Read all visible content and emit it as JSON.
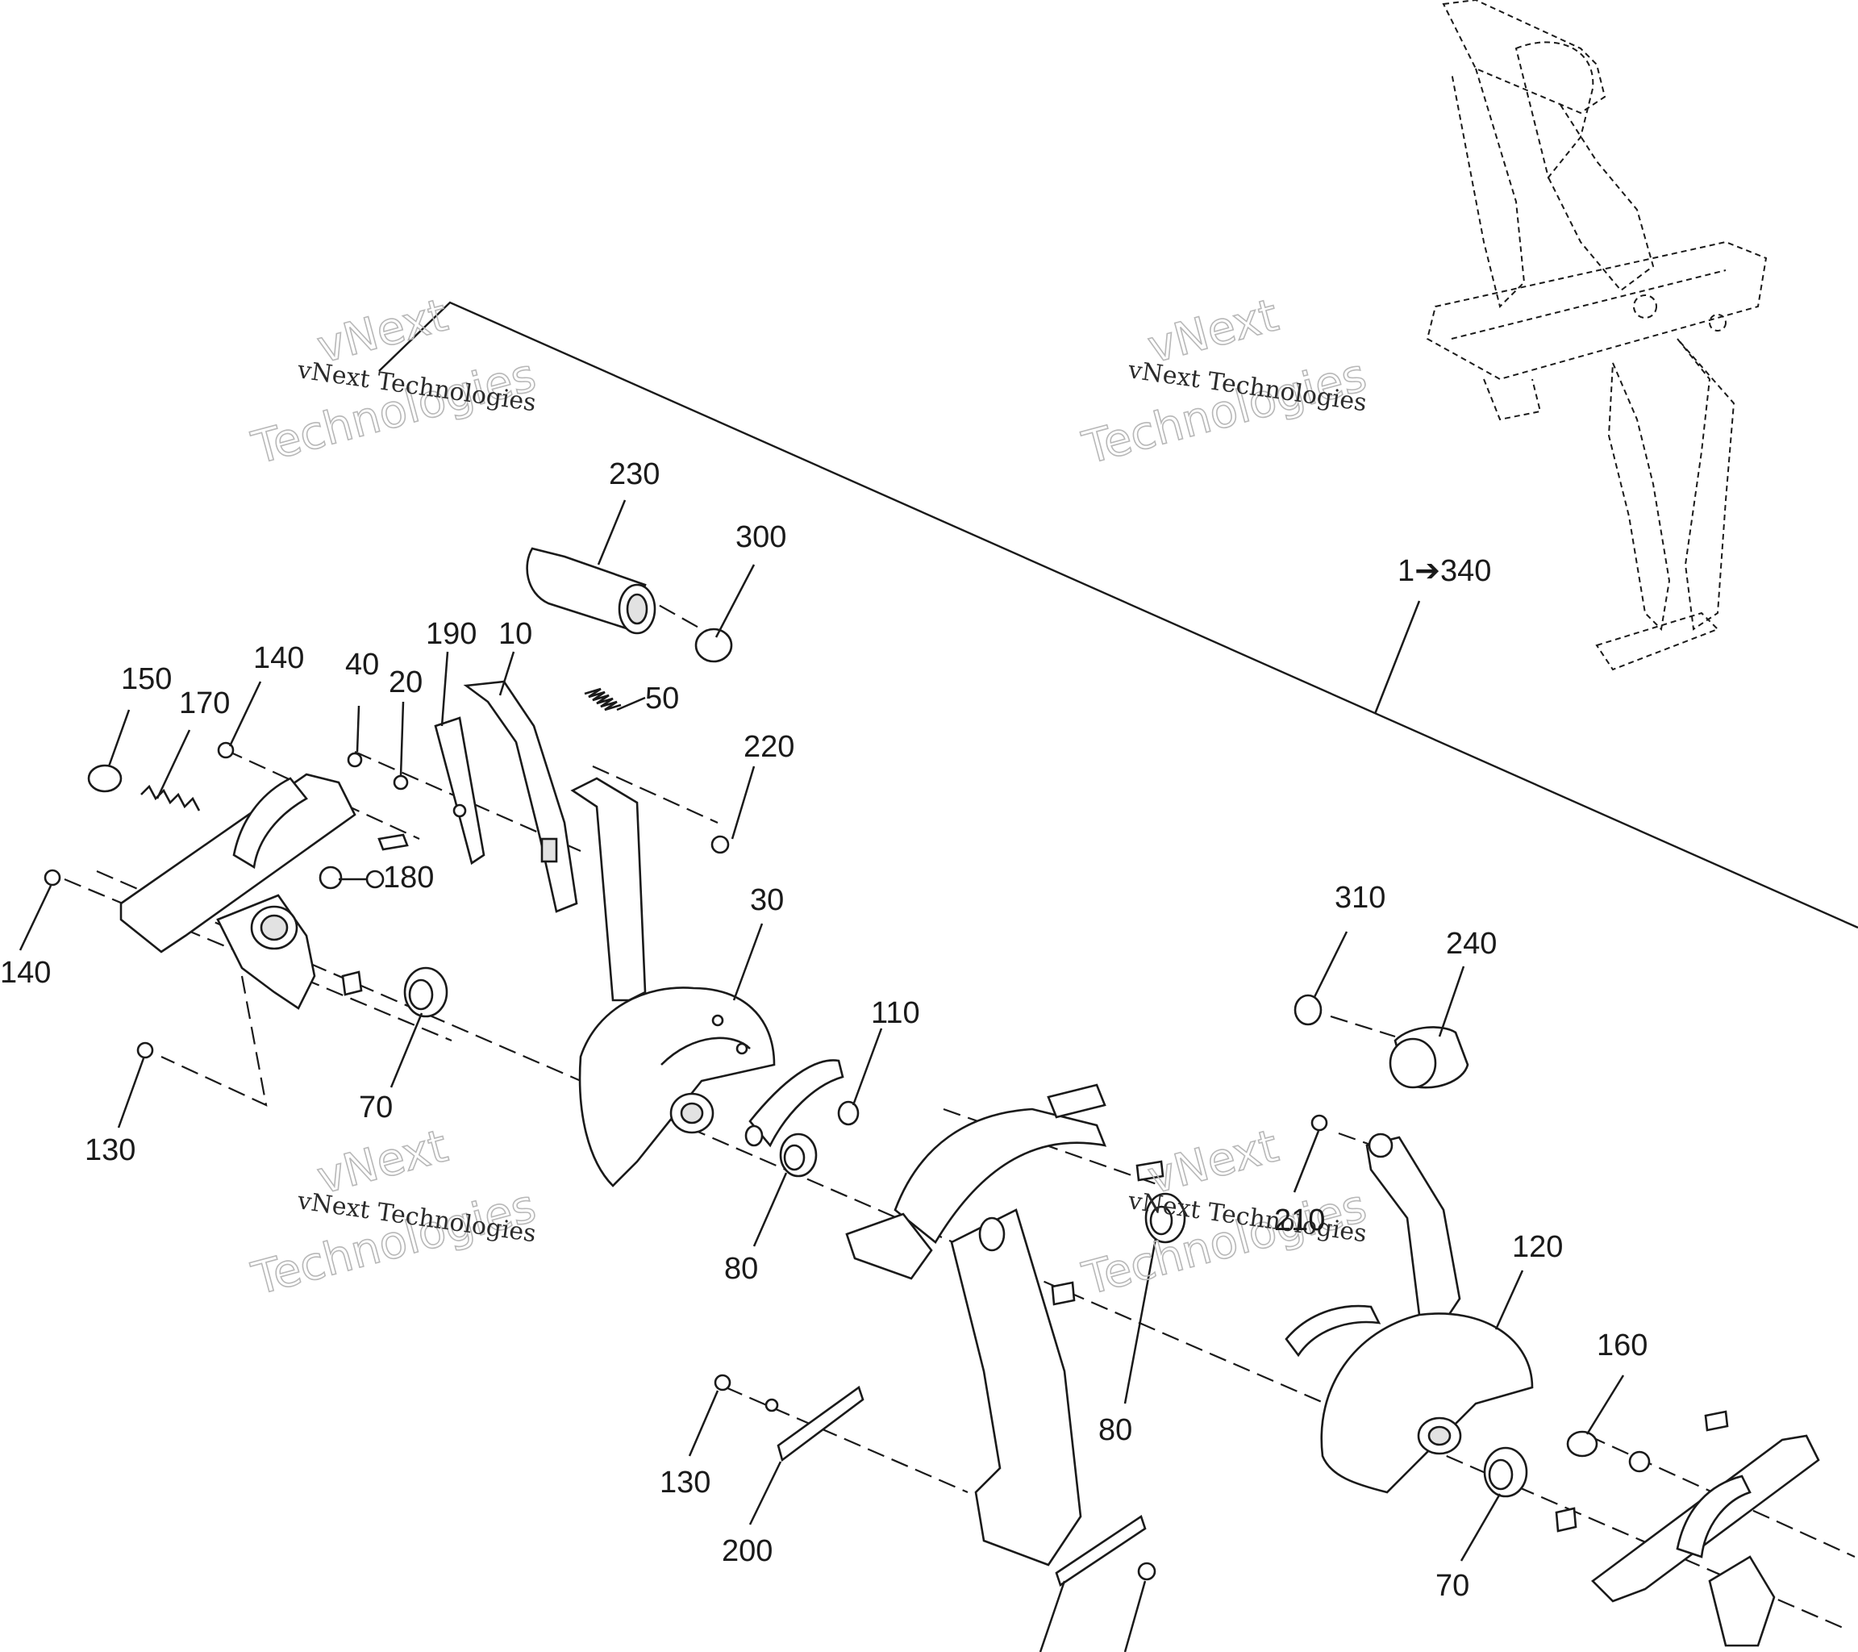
{
  "labels": {
    "l230": "230",
    "l300": "300",
    "l190": "190",
    "l10": "10",
    "l50": "50",
    "l150": "150",
    "l170": "170",
    "l140a": "140",
    "l40": "40",
    "l20": "20",
    "l220": "220",
    "l180": "180",
    "l140b": "140",
    "l30": "30",
    "l110": "110",
    "l70a": "70",
    "l130a": "130",
    "l80a": "80",
    "l310": "310",
    "l240": "240",
    "l210": "210",
    "l120": "120",
    "l80b": "80",
    "l160": "160",
    "l130b": "130",
    "l200": "200",
    "l70b": "70",
    "l1_340": "1➔340"
  },
  "watermark": {
    "company_line": "vNext Technologies",
    "outline_top": "vNext",
    "outline_bottom": "Technologies"
  }
}
